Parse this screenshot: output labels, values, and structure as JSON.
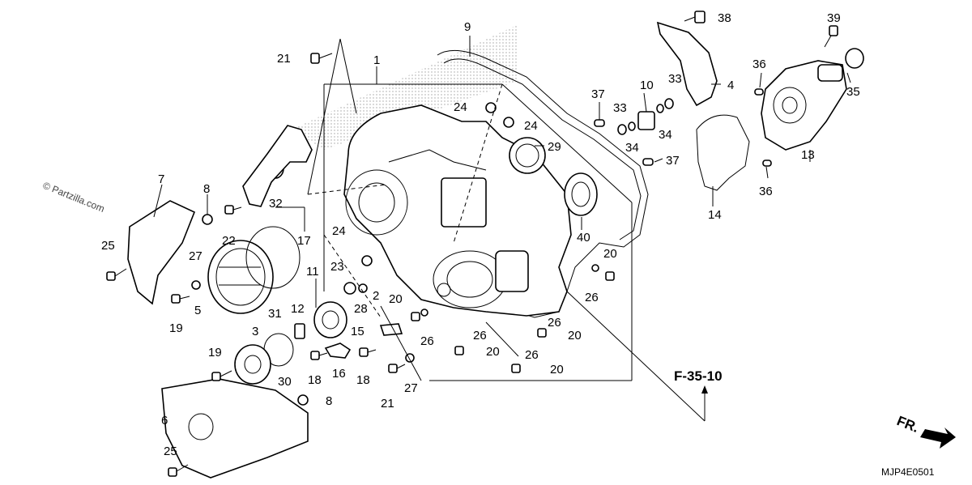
{
  "watermark": "© Partzilla.com",
  "diagram_code": "MJP4E0501",
  "reference": "F-35-10",
  "direction_label": "FR.",
  "callouts": [
    {
      "id": "c1",
      "text": "1"
    },
    {
      "id": "c2",
      "text": "2"
    },
    {
      "id": "c3",
      "text": "3"
    },
    {
      "id": "c4",
      "text": "4"
    },
    {
      "id": "c5",
      "text": "5"
    },
    {
      "id": "c6",
      "text": "6"
    },
    {
      "id": "c7",
      "text": "7"
    },
    {
      "id": "c8a",
      "text": "8"
    },
    {
      "id": "c8b",
      "text": "8"
    },
    {
      "id": "c9",
      "text": "9"
    },
    {
      "id": "c10",
      "text": "10"
    },
    {
      "id": "c11",
      "text": "11"
    },
    {
      "id": "c12",
      "text": "12"
    },
    {
      "id": "c13",
      "text": "13"
    },
    {
      "id": "c14",
      "text": "14"
    },
    {
      "id": "c15",
      "text": "15"
    },
    {
      "id": "c16",
      "text": "16"
    },
    {
      "id": "c17",
      "text": "17"
    },
    {
      "id": "c18a",
      "text": "18"
    },
    {
      "id": "c18b",
      "text": "18"
    },
    {
      "id": "c19a",
      "text": "19"
    },
    {
      "id": "c19b",
      "text": "19"
    },
    {
      "id": "c20a",
      "text": "20"
    },
    {
      "id": "c20b",
      "text": "20"
    },
    {
      "id": "c20c",
      "text": "20"
    },
    {
      "id": "c20d",
      "text": "20"
    },
    {
      "id": "c20e",
      "text": "20"
    },
    {
      "id": "c21a",
      "text": "21"
    },
    {
      "id": "c21b",
      "text": "21"
    },
    {
      "id": "c22",
      "text": "22"
    },
    {
      "id": "c23",
      "text": "23"
    },
    {
      "id": "c24a",
      "text": "24"
    },
    {
      "id": "c24b",
      "text": "24"
    },
    {
      "id": "c24c",
      "text": "24"
    },
    {
      "id": "c25a",
      "text": "25"
    },
    {
      "id": "c25b",
      "text": "25"
    },
    {
      "id": "c26a",
      "text": "26"
    },
    {
      "id": "c26b",
      "text": "26"
    },
    {
      "id": "c26c",
      "text": "26"
    },
    {
      "id": "c26d",
      "text": "26"
    },
    {
      "id": "c26e",
      "text": "26"
    },
    {
      "id": "c27a",
      "text": "27"
    },
    {
      "id": "c27b",
      "text": "27"
    },
    {
      "id": "c28",
      "text": "28"
    },
    {
      "id": "c29",
      "text": "29"
    },
    {
      "id": "c30",
      "text": "30"
    },
    {
      "id": "c31",
      "text": "31"
    },
    {
      "id": "c32",
      "text": "32"
    },
    {
      "id": "c33a",
      "text": "33"
    },
    {
      "id": "c33b",
      "text": "33"
    },
    {
      "id": "c34a",
      "text": "34"
    },
    {
      "id": "c34b",
      "text": "34"
    },
    {
      "id": "c35",
      "text": "35"
    },
    {
      "id": "c36a",
      "text": "36"
    },
    {
      "id": "c36b",
      "text": "36"
    },
    {
      "id": "c37a",
      "text": "37"
    },
    {
      "id": "c37b",
      "text": "37"
    },
    {
      "id": "c38",
      "text": "38"
    },
    {
      "id": "c39",
      "text": "39"
    },
    {
      "id": "c40",
      "text": "40"
    }
  ]
}
